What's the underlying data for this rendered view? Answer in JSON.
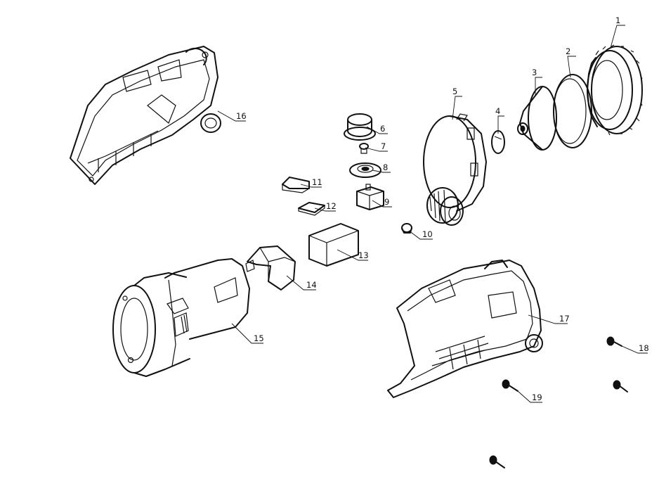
{
  "diagram": {
    "callouts": [
      {
        "id": "part-1",
        "label": "1"
      },
      {
        "id": "part-2",
        "label": "2"
      },
      {
        "id": "part-3",
        "label": "3"
      },
      {
        "id": "part-4",
        "label": "4"
      },
      {
        "id": "part-5",
        "label": "5"
      },
      {
        "id": "part-6",
        "label": "6"
      },
      {
        "id": "part-7",
        "label": "7"
      },
      {
        "id": "part-8",
        "label": "8"
      },
      {
        "id": "part-9",
        "label": "9"
      },
      {
        "id": "part-10",
        "label": "10"
      },
      {
        "id": "part-11",
        "label": "11"
      },
      {
        "id": "part-12",
        "label": "12"
      },
      {
        "id": "part-13",
        "label": "13"
      },
      {
        "id": "part-14",
        "label": "14"
      },
      {
        "id": "part-15",
        "label": "15"
      },
      {
        "id": "part-16",
        "label": "16"
      },
      {
        "id": "part-17",
        "label": "17"
      },
      {
        "id": "part-18",
        "label": "18"
      },
      {
        "id": "part-19",
        "label": "19"
      }
    ],
    "colors": {
      "line": "#111111",
      "background": "#ffffff"
    }
  }
}
